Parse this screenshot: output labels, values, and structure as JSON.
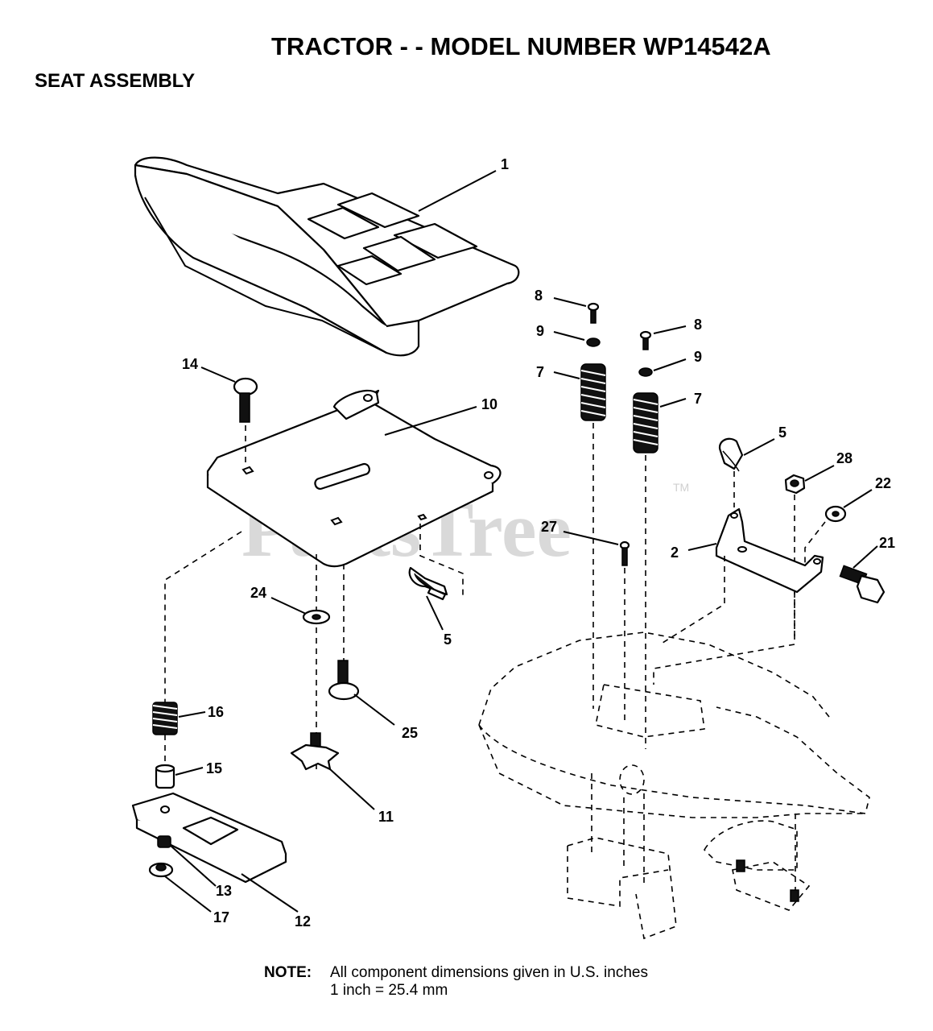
{
  "header": {
    "title": "TRACTOR - - MODEL NUMBER WP14542A",
    "section": "SEAT ASSEMBLY"
  },
  "watermark": {
    "text": "PartsTree",
    "tm": "TM"
  },
  "callouts": {
    "c1": "1",
    "c2": "2",
    "c5a": "5",
    "c5b": "5",
    "c7a": "7",
    "c7b": "7",
    "c8a": "8",
    "c8b": "8",
    "c9a": "9",
    "c9b": "9",
    "c10": "10",
    "c11": "11",
    "c12": "12",
    "c13": "13",
    "c14": "14",
    "c15": "15",
    "c16": "16",
    "c17": "17",
    "c21": "21",
    "c22": "22",
    "c24": "24",
    "c25": "25",
    "c27": "27",
    "c28": "28"
  },
  "note": {
    "label": "NOTE:",
    "line1": "All component dimensions given in U.S. inches",
    "line2": "1 inch = 25.4 mm"
  }
}
